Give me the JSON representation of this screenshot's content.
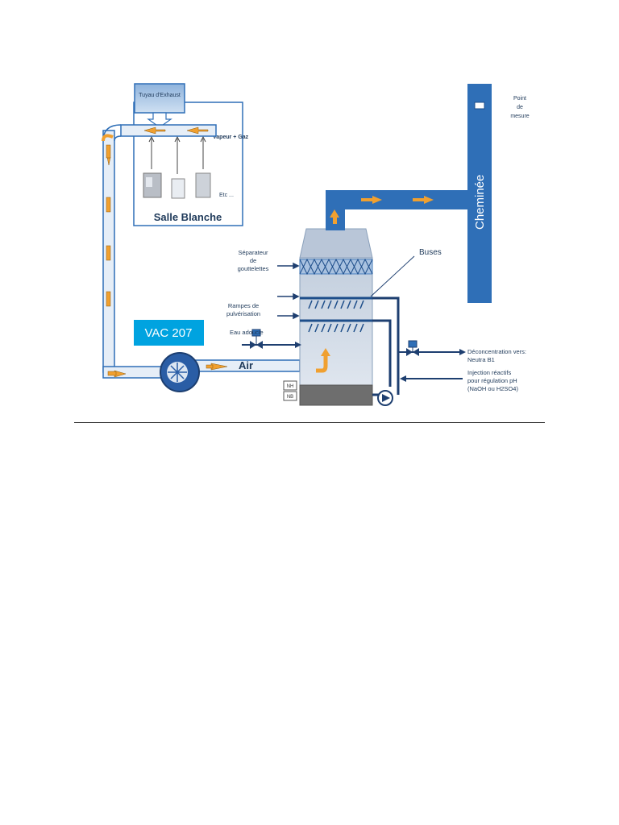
{
  "diagram": {
    "exhaust_pipe": "Tuyau d'Exhaust",
    "clean_room": "Salle Blanche",
    "vapor_gas": "Vapeur + Gaz",
    "etc": "Etc ...",
    "unit_label": "VAC 207",
    "air_label": "Air",
    "chimney_label": "Cheminée",
    "measure_point": "Point de mesure",
    "droplet_separator": "Séparateur de gouttelettes",
    "spray_ramps": "Rampes de pulvérisation",
    "softened_water": "Eau adoucie",
    "nozzles": "Buses",
    "deconcentration": "Déconcentration vers: Neutra B1",
    "reagent_injection": "Injection réactifs pour régulation pH (NaOH ou H2SO4)",
    "level_high": "NH",
    "level_low": "NB"
  },
  "colors": {
    "pipe": "#2f6fb7",
    "pipe_light": "#e6eef7",
    "arrow": "#f0a030",
    "tower_top": "#b9c6d8",
    "tower_body": "#d7e0ec",
    "sump": "#6e6e6e",
    "label_blue": "#00a3e0",
    "text": "#1f3a5a"
  }
}
